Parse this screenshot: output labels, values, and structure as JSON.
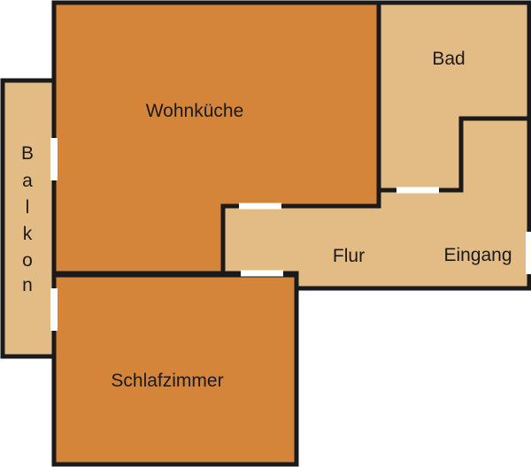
{
  "rooms": {
    "wohnkueche": {
      "label": "Wohnküche",
      "color": "#D4853A"
    },
    "schlafzimmer": {
      "label": "Schlafzimmer",
      "color": "#D4853A"
    },
    "bad": {
      "label": "Bad",
      "color": "#E3BC85"
    },
    "flur": {
      "label": "Flur",
      "color": "#E3BC85"
    },
    "eingang": {
      "label": "Eingang",
      "color": "#E3BC85"
    },
    "balkon": {
      "label": "Balkon",
      "letters": [
        "B",
        "a",
        "l",
        "k",
        "o",
        "n"
      ],
      "color": "#E3BC85"
    }
  },
  "colors": {
    "wall": "#1a1a1a",
    "door_gap": "#ffffff"
  }
}
